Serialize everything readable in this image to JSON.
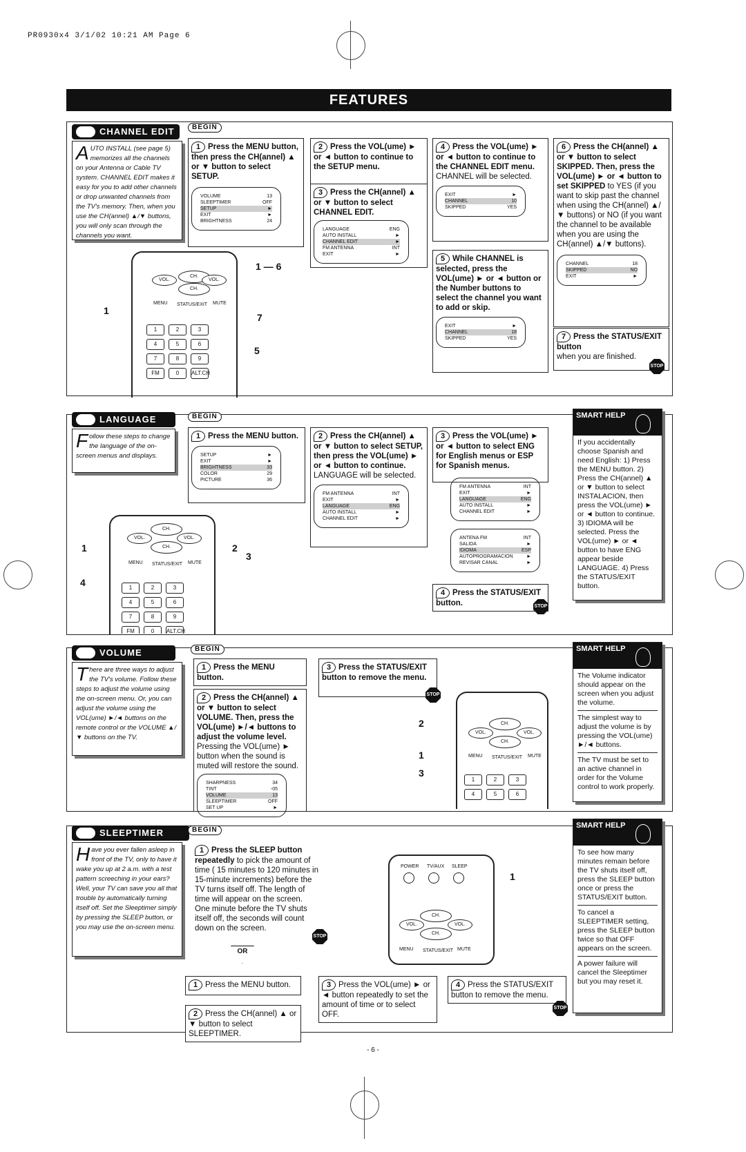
{
  "slug": "PR0930x4  3/1/02  10:21 AM  Page 6",
  "page_title": "FEATURES",
  "page_number": "- 6 -",
  "begin_label": "BEGIN",
  "or_label": "OR",
  "stop_label": "STOP",
  "channel_edit": {
    "title": "CHANNEL EDIT",
    "intro_cap": "A",
    "intro": "UTO INSTALL (see page 5) memorizes all the channels on your Antenna or Cable TV system. CHANNEL EDIT makes it easy for you to add other channels or drop unwanted channels from the TV's memory. Then, when you use the CH(annel) ▲/▼ buttons, you will only scan through the channels you want.",
    "s1": {
      "n": "1",
      "text": "Press the MENU button, then press the CH(annel) ▲ or ▼ button to select SETUP."
    },
    "s2": {
      "n": "2",
      "text": "Press the VOL(ume) ► or ◄ button to continue to the SETUP menu."
    },
    "s3": {
      "n": "3",
      "text": "Press the CH(annel) ▲ or ▼ button to select CHANNEL EDIT."
    },
    "s4": {
      "n": "4",
      "text": "Press the VOL(ume) ► or ◄ button to continue to the CHANNEL EDIT menu.",
      "note": "CHANNEL will be selected."
    },
    "s5": {
      "n": "5",
      "text": "While CHANNEL is selected, press the VOL(ume) ► or ◄ button or the Number buttons to select the channel you want to add or skip."
    },
    "s6": {
      "n": "6",
      "text": "Press the CH(annel) ▲ or ▼ button to select SKIPPED. Then, press the VOL(ume) ► or ◄ button to set SKIPPED",
      "tail": " to YES (if you want to skip past the channel when using the CH(annel) ▲/▼ buttons) or NO (if you want the channel to be available when you are using the CH(annel) ▲/▼ buttons)."
    },
    "s7": {
      "n": "7",
      "text": "Press the STATUS/EXIT button",
      "tail": "when you are finished."
    },
    "menu1": [
      [
        "VOLUME",
        "13"
      ],
      [
        "SLEEPTIMER",
        "OFF"
      ],
      [
        "SETUP",
        "►"
      ],
      [
        "EXIT",
        "►"
      ],
      [
        "BRIGHTNESS",
        "24"
      ]
    ],
    "menu2": [
      [
        "LANGUAGE",
        "ENG"
      ],
      [
        "AUTO INSTALL",
        "►"
      ],
      [
        "CHANNEL EDIT",
        "►"
      ],
      [
        "FM ANTENNA",
        "INT"
      ],
      [
        "EXIT",
        "►"
      ]
    ],
    "menu3": [
      [
        "EXIT",
        "►"
      ],
      [
        "CHANNEL",
        "10"
      ],
      [
        "SKIPPED",
        "YES"
      ]
    ],
    "menu4": [
      [
        "CHANNEL",
        "18"
      ],
      [
        "SKIPPED",
        "NO"
      ],
      [
        "EXIT",
        "►"
      ]
    ],
    "menu5": [
      [
        "EXIT",
        "►"
      ],
      [
        "CHANNEL",
        "18"
      ],
      [
        "SKIPPED",
        "YES"
      ]
    ],
    "callout_16": "1 — 6",
    "callout_7": "7",
    "callout_5": "5",
    "callout_1": "1"
  },
  "remote": {
    "ch": "CH.",
    "vol": "VOL.",
    "menu": "MENU",
    "status": "STATUS/EXIT",
    "mute": "MUTE",
    "keys": [
      "1",
      "2",
      "3",
      "4",
      "5",
      "6",
      "7",
      "8",
      "9",
      "FM",
      "0",
      "ALT.CH"
    ],
    "power": "POWER",
    "tvaux": "TV/AUX",
    "sleep": "SLEEP"
  },
  "language": {
    "title": "LANGUAGE",
    "intro_cap": "F",
    "intro": "ollow these steps to change the language of the on-screen menus and displays.",
    "s1": {
      "n": "1",
      "text": "Press the MENU button."
    },
    "s2": {
      "n": "2",
      "text": "Press the CH(annel) ▲ or ▼ button to select SETUP, then press the VOL(ume) ► or ◄ button to continue.",
      "tail": " LANGUAGE will be selected."
    },
    "s3": {
      "n": "3",
      "text": "Press the VOL(ume) ► or ◄ button to select ENG for English menus or ESP for Spanish menus."
    },
    "s4": {
      "n": "4",
      "text": "Press the STATUS/EXIT button."
    },
    "menu1": [
      [
        "SETUP",
        "►"
      ],
      [
        "EXIT",
        "►"
      ],
      [
        "BRIGHTNESS",
        "33"
      ],
      [
        "COLOR",
        "29"
      ],
      [
        "PICTURE",
        "36"
      ]
    ],
    "menu2": [
      [
        "FM ANTENNA",
        "INT"
      ],
      [
        "EXIT",
        "►"
      ],
      [
        "LANGUAGE",
        "ENG"
      ],
      [
        "AUTO INSTALL",
        "►"
      ],
      [
        "CHANNEL EDIT",
        "►"
      ]
    ],
    "menu3": [
      [
        "FM ANTENNA",
        "INT"
      ],
      [
        "EXIT",
        "►"
      ],
      [
        "LANGUAGE",
        "ENG"
      ],
      [
        "AUTO INSTALL",
        "►"
      ],
      [
        "CHANNEL EDIT",
        "►"
      ]
    ],
    "menu4": [
      [
        "ANTENA FM",
        "INT"
      ],
      [
        "SALIDA",
        "►"
      ],
      [
        "IDIOMA",
        "ESP"
      ],
      [
        "AUTOPROGRAMACION",
        "►"
      ],
      [
        "REVISAR CANAL",
        "►"
      ]
    ],
    "smart_title": "SMART HELP",
    "smart": "If you accidentally choose Spanish and need English: 1) Press the MENU button. 2) Press the CH(annel) ▲ or ▼ button to select INSTALACION, then press the VOL(ume) ► or ◄ button to continue. 3) IDIOMA will be selected. Press the VOL(ume) ► or ◄ button to have ENG appear beside LANGUAGE. 4) Press the STATUS/EXIT button."
  },
  "volume": {
    "title": "VOLUME",
    "intro_cap": "T",
    "intro": "here are three ways to adjust the TV's volume. Follow these steps to adjust the volume using the on-screen menu. Or, you can adjust the volume using the VOL(ume) ►/◄ buttons on the remote control or the VOLUME ▲/▼ buttons on the TV.",
    "s1": {
      "n": "1",
      "text": "Press the MENU button."
    },
    "s2": {
      "n": "2",
      "text": "Press the CH(annel) ▲ or ▼ button to select VOLUME. Then, press the VOL(ume) ►/◄ buttons to adjust the volume level.",
      "tail": " Pressing the VOL(ume) ► button when the sound is muted will restore the sound."
    },
    "s3": {
      "n": "3",
      "text": "Press the STATUS/EXIT button to remove the menu."
    },
    "menu": [
      [
        "SHARPNESS",
        "34"
      ],
      [
        "TINT",
        "-05"
      ],
      [
        "VOLUME",
        "13"
      ],
      [
        "SLEEPTIMER",
        "OFF"
      ],
      [
        "SET UP",
        "►"
      ]
    ],
    "smart_title": "SMART HELP",
    "smart1": "The Volume indicator should appear on the screen when you adjust the volume.",
    "smart2": "The simplest way to adjust the volume is by pressing the VOL(ume) ►/◄ buttons.",
    "smart3": "The TV must be set to an active channel in order for the Volume control to work properly."
  },
  "sleeptimer": {
    "title": "SLEEPTIMER",
    "intro_cap": "H",
    "intro": "ave you ever fallen asleep in front of the TV, only to have it wake you up at 2 a.m. with a test pattern screeching in your ears? Well, your TV can save you all that trouble by automatically turning itself off. Set the Sleeptimer simply by pressing the SLEEP button, or you may use the on-screen menu.",
    "s1": {
      "n": "1",
      "bold": "Press the SLEEP button repeatedly",
      "text": " to pick the amount of time ( 15 minutes to 120 minutes in 15-minute increments) before the TV turns itself off. The length of time will appear on the screen. One minute before the TV shuts itself off, the seconds will count down on the screen."
    },
    "m1": {
      "n": "1",
      "text": "Press the MENU button."
    },
    "m2": {
      "n": "2",
      "text": "Press the CH(annel) ▲ or ▼ button to select SLEEPTIMER."
    },
    "m3": {
      "n": "3",
      "text": "Press the VOL(ume) ► or ◄ button repeatedly to set the amount of time or to select OFF."
    },
    "m4": {
      "n": "4",
      "text": "Press the STATUS/EXIT button to remove the menu."
    },
    "smart_title": "SMART HELP",
    "smart1": "To see how many minutes remain before the TV shuts itself off, press the SLEEP button once or press the STATUS/EXIT button.",
    "smart2": "To cancel a SLEEPTIMER setting, press the SLEEP button twice so that OFF appears on the screen.",
    "smart3": "A power failure will cancel the Sleeptimer but you may reset it."
  }
}
